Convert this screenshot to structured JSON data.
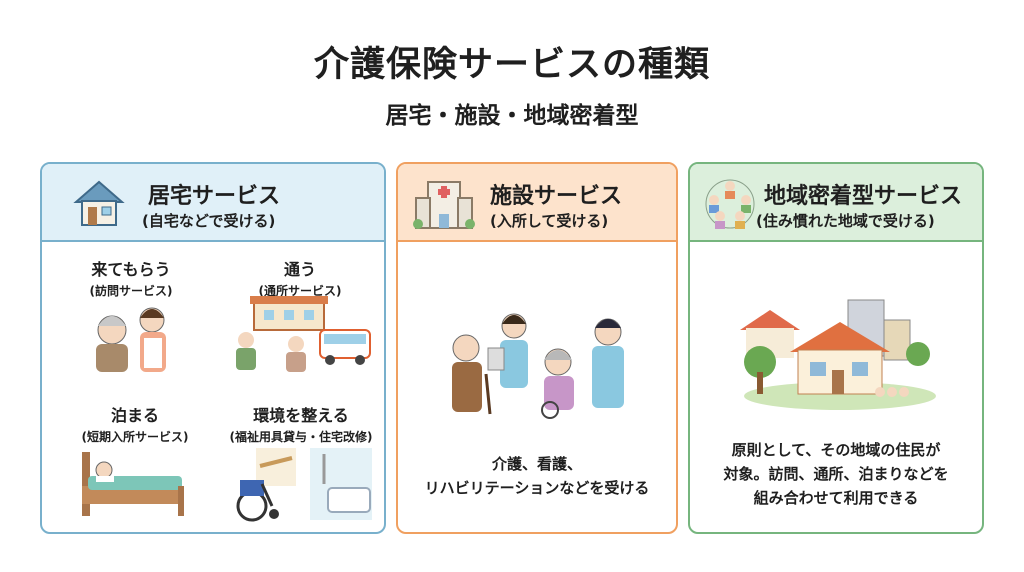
{
  "page": {
    "title": "介護保険サービスの種類",
    "subtitle": "居宅・施設・地域密着型"
  },
  "cards": {
    "home": {
      "title": "居宅サービス",
      "subtitle": "(自宅などで受ける)",
      "icon": "house-icon",
      "accent": "#78b0cc",
      "items": [
        {
          "label": "来てもらう",
          "note": "(訪問サービス)"
        },
        {
          "label": "通う",
          "note": "(通所サービス)"
        },
        {
          "label": "泊まる",
          "note": "(短期入所サービス)"
        },
        {
          "label": "環境を整える",
          "note": "(福祉用具貸与・住宅改修)"
        }
      ]
    },
    "facility": {
      "title": "施設サービス",
      "subtitle": "(入所して受ける)",
      "icon": "facility-building-icon",
      "accent": "#f0a060",
      "text_line1": "介護、看護、",
      "text_line2": "リハビリテーションなどを受ける"
    },
    "community": {
      "title": "地域密着型サービス",
      "subtitle": "(住み慣れた地域で受ける)",
      "icon": "community-people-icon",
      "accent": "#76b57e",
      "text_line1": "原則として、その地域の住民が",
      "text_line2": "対象。訪問、通所、泊まりなどを",
      "text_line3": "組み合わせて利用できる"
    }
  }
}
